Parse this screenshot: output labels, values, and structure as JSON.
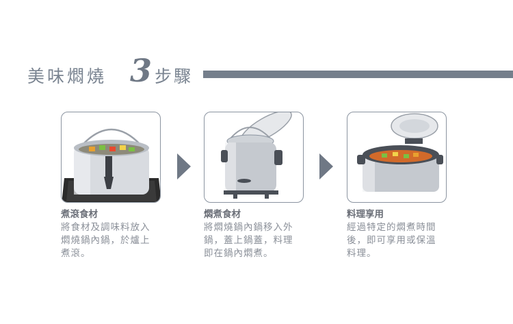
{
  "header": {
    "title_main": "美味燜燒",
    "title_number": "3",
    "title_tail": "步驟"
  },
  "steps": [
    {
      "title": "煮滾食材",
      "desc_lines": [
        "將食材及調味料放入",
        "燜燒鍋內鍋，於爐上",
        "煮滾。"
      ]
    },
    {
      "title": "燜煮食材",
      "desc_lines": [
        "將燜燒鍋內鍋移入外",
        "鍋，蓋上鍋蓋，料理",
        "即在鍋內燜煮。"
      ]
    },
    {
      "title": "料理享用",
      "desc_lines": [
        "經過特定的燜煮時間",
        "後，即可享用或保溫",
        "料理。"
      ]
    }
  ],
  "colors": {
    "accent": "#757f8c",
    "text": "#6b6f78",
    "muted": "#8a8f98"
  }
}
